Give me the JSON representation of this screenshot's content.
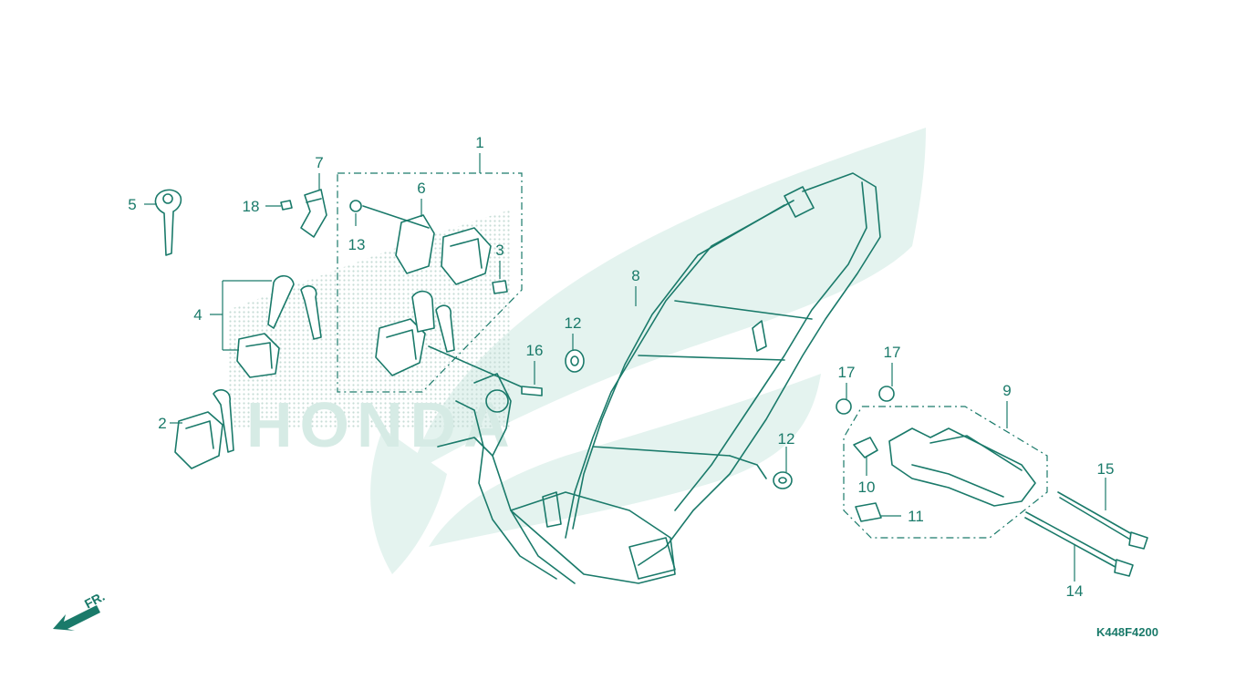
{
  "diagram": {
    "code": "K448F4200",
    "front_label": "FR.",
    "watermark": "HONDA",
    "callouts": [
      {
        "id": "c1",
        "label": "1"
      },
      {
        "id": "c2",
        "label": "2"
      },
      {
        "id": "c3",
        "label": "3"
      },
      {
        "id": "c4",
        "label": "4"
      },
      {
        "id": "c5",
        "label": "5"
      },
      {
        "id": "c6",
        "label": "6"
      },
      {
        "id": "c7",
        "label": "7"
      },
      {
        "id": "c8",
        "label": "8"
      },
      {
        "id": "c9",
        "label": "9"
      },
      {
        "id": "c10",
        "label": "10"
      },
      {
        "id": "c11",
        "label": "11"
      },
      {
        "id": "c12a",
        "label": "12"
      },
      {
        "id": "c12b",
        "label": "12"
      },
      {
        "id": "c13",
        "label": "13"
      },
      {
        "id": "c14",
        "label": "14"
      },
      {
        "id": "c15",
        "label": "15"
      },
      {
        "id": "c16",
        "label": "16"
      },
      {
        "id": "c17a",
        "label": "17"
      },
      {
        "id": "c17b",
        "label": "17"
      },
      {
        "id": "c18",
        "label": "18"
      }
    ]
  },
  "colors": {
    "line": "#1a7a6a",
    "watermark": "#e4f3ef"
  }
}
